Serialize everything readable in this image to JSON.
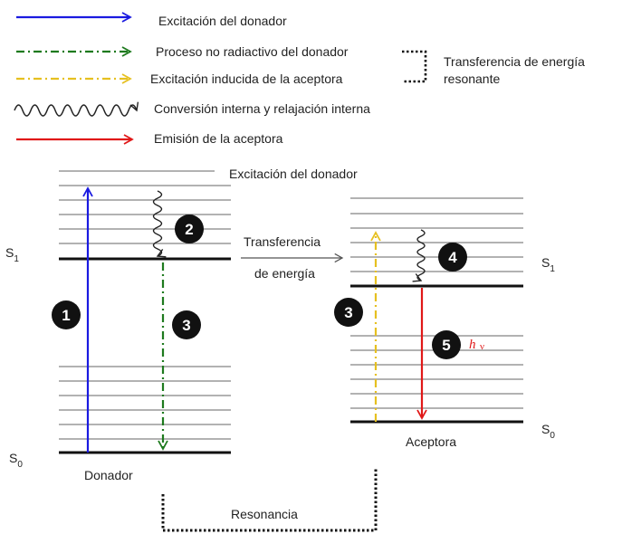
{
  "legend": {
    "donor_excitation": "Excitación del donador",
    "donor_nonradiative": "Proceso no radiactivo del donador",
    "acceptor_induced": "Excitación inducida de la aceptora",
    "internal_conversion": "Conversión interna y relajación interna",
    "acceptor_emission": "Emisión de la aceptora",
    "resonant_transfer_line1": "Transferencia de energía",
    "resonant_transfer_line2": "resonante"
  },
  "diagram": {
    "top_label": "Excitación del donador",
    "transfer_line1": "Transferencia",
    "transfer_line2": "de energía",
    "donor_label": "Donador",
    "acceptor_label": "Aceptora",
    "resonance_label": "Resonancia",
    "s1_main": "S",
    "s1_sub": "1",
    "s0_main": "S",
    "s0_sub": "0",
    "photon_symbol": "h",
    "photon_nu": "ν"
  },
  "badges": {
    "b1": "1",
    "b2": "2",
    "b3_donor": "3",
    "b3_acceptor": "3",
    "b4": "4",
    "b5": "5"
  },
  "colors": {
    "donor_excitation": "#1a1ae0",
    "nonradiative": "#1e7a1e",
    "acceptor_induced": "#e6c020",
    "emission": "#e01818",
    "wavy": "#222222",
    "badge": "#111111"
  }
}
